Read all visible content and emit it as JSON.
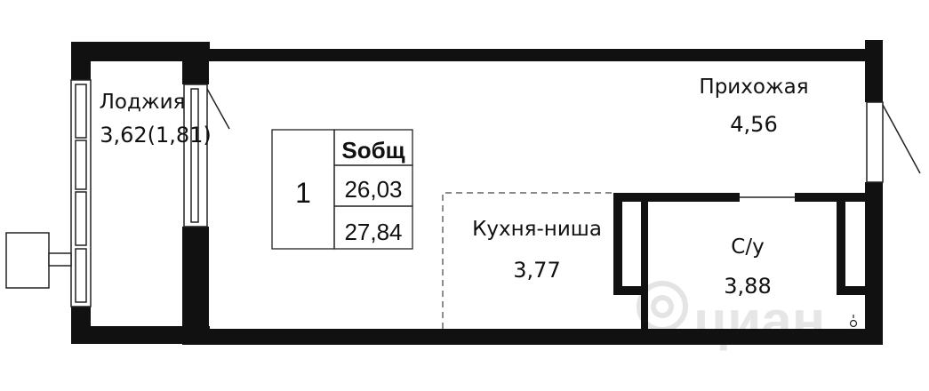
{
  "rooms": {
    "loggia": {
      "name": "Лоджия",
      "area": "3,62(1,81)"
    },
    "hallway": {
      "name": "Прихожая",
      "area": "4,56"
    },
    "kitchen": {
      "name": "Кухня-ниша",
      "area": "3,77"
    },
    "bathroom": {
      "name": "С/у",
      "area": "3,88"
    }
  },
  "summary": {
    "rooms_count": "1",
    "header": "Sобщ",
    "area_1": "26,03",
    "area_2": "27,84"
  },
  "watermark": {
    "text": "циан"
  },
  "colors": {
    "wall": "#111111",
    "line": "#222222",
    "watermark": "#e6e6e6"
  }
}
